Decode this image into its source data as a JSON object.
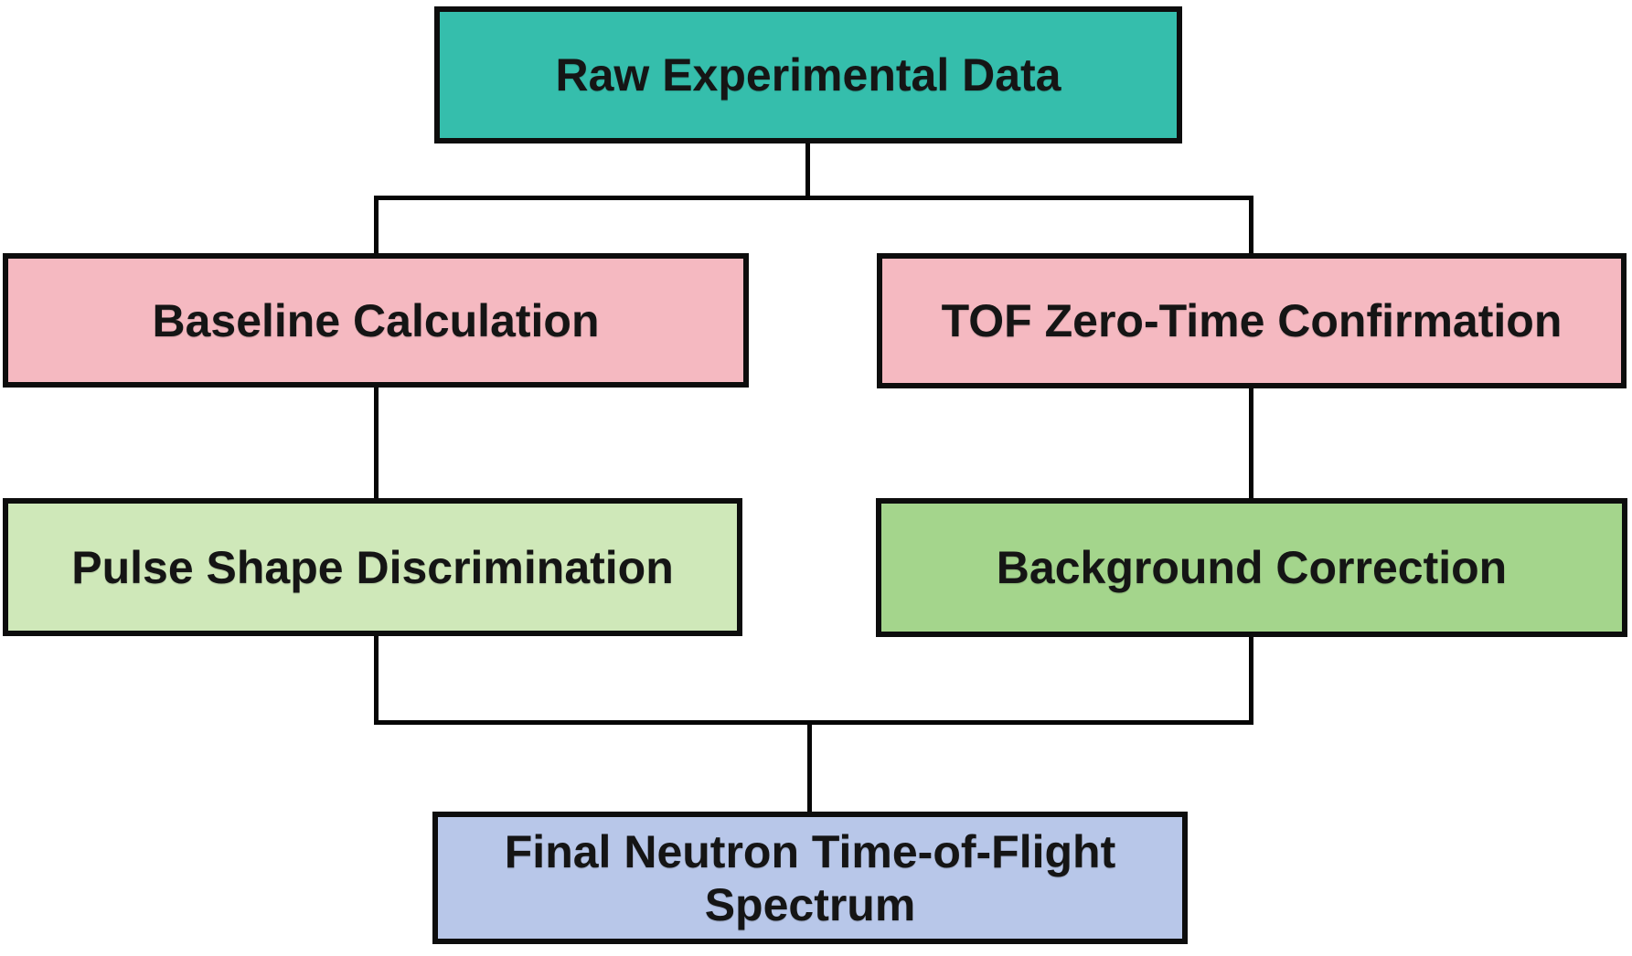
{
  "diagram": {
    "type": "flowchart",
    "nodes": {
      "raw": {
        "id": "raw-experimental-data",
        "label": "Raw Experimental Data",
        "fill": "#35beac"
      },
      "baseline": {
        "id": "baseline-calculation",
        "label": "Baseline Calculation",
        "fill": "#f5b9c1"
      },
      "tof": {
        "id": "tof-zero-time-confirmation",
        "label": "TOF Zero-Time Confirmation",
        "fill": "#f5b9c1"
      },
      "psd": {
        "id": "pulse-shape-discrimination",
        "label": "Pulse Shape Discrimination",
        "fill": "#cfe8b9"
      },
      "background": {
        "id": "background-correction",
        "label": "Background Correction",
        "fill": "#a4d58c"
      },
      "final": {
        "id": "final-neutron-tof-spectrum",
        "label": "Final Neutron Time-of-Flight\nSpectrum",
        "fill": "#b8c7e9"
      }
    },
    "edges": [
      {
        "from": "raw-experimental-data",
        "to": "baseline-calculation"
      },
      {
        "from": "raw-experimental-data",
        "to": "tof-zero-time-confirmation"
      },
      {
        "from": "baseline-calculation",
        "to": "pulse-shape-discrimination"
      },
      {
        "from": "tof-zero-time-confirmation",
        "to": "background-correction"
      },
      {
        "from": "pulse-shape-discrimination",
        "to": "final-neutron-tof-spectrum"
      },
      {
        "from": "background-correction",
        "to": "final-neutron-tof-spectrum"
      }
    ],
    "colors": {
      "background": "#ffffff",
      "border": "#0d0d0d",
      "connector": "#060606",
      "text": "#151515",
      "node_teal": "#35beac",
      "node_pink": "#f5b9c1",
      "node_light_green": "#cfe8b9",
      "node_green": "#a4d58c",
      "node_blue": "#b8c7e9"
    }
  }
}
